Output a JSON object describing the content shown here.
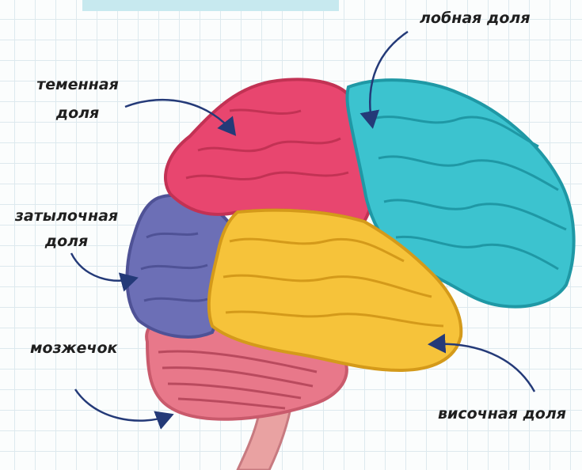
{
  "labels": {
    "frontal": "лобная  доля",
    "parietal_line1": "теменная",
    "parietal_line2": "доля",
    "occipital_line1": "затылочная",
    "occipital_line2": "доля",
    "cerebellum": "мозжечок",
    "temporal": "височная  доля"
  },
  "colors": {
    "frontal": "#3cc3cf",
    "parietal": "#e8466f",
    "occipital": "#6c6fb6",
    "temporal": "#f6c33a",
    "cerebellum": "#e8788a",
    "stem": "#e9a2a2",
    "arrow": "#243a78",
    "title_box": "#c7e9ef"
  }
}
